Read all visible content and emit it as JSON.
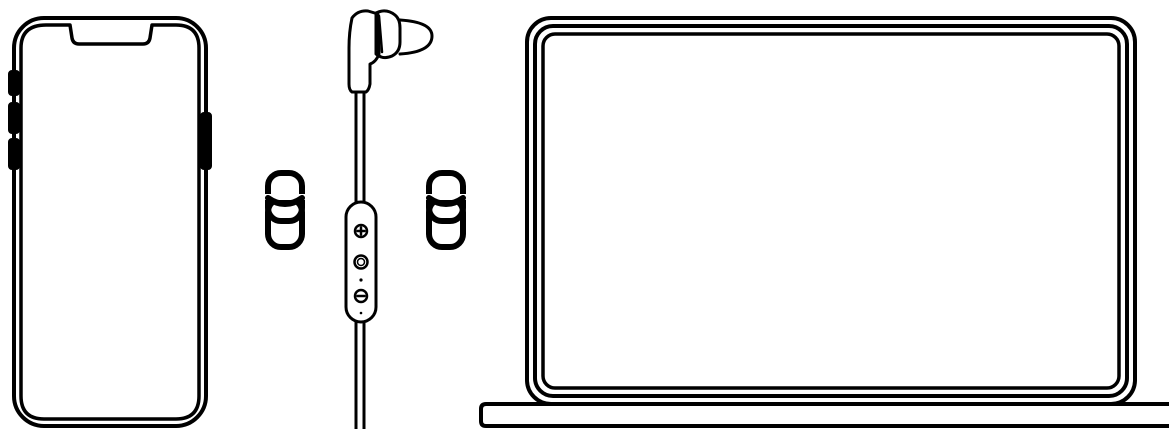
{
  "illustration": {
    "devices": [
      {
        "name": "smartphone",
        "icon": "smartphone-icon"
      },
      {
        "name": "earphone-with-remote",
        "icon": "earphone-icon"
      },
      {
        "name": "laptop",
        "icon": "laptop-icon"
      }
    ],
    "connectors": [
      {
        "icon": "link-icon"
      },
      {
        "icon": "link-icon"
      }
    ],
    "remote_buttons": [
      {
        "icon": "plus-icon"
      },
      {
        "icon": "center-button-icon"
      },
      {
        "icon": "minus-icon"
      }
    ],
    "colors": {
      "line": "#000000",
      "background": "#ffffff"
    }
  }
}
